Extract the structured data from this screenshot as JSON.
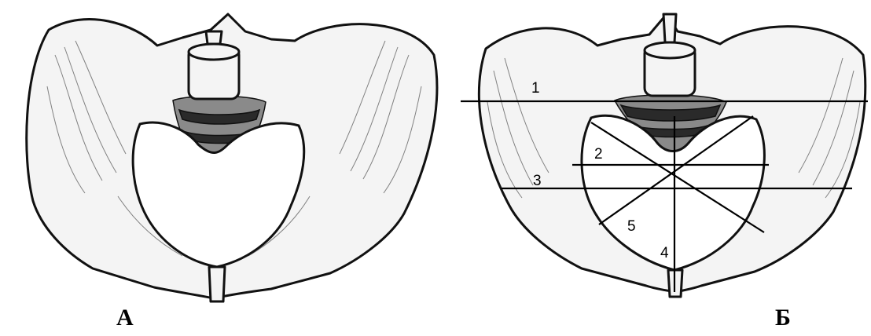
{
  "panels": [
    {
      "id": "A",
      "label": "А"
    },
    {
      "id": "B",
      "label": "Б"
    }
  ],
  "measurements": [
    {
      "number": "1"
    },
    {
      "number": "2"
    },
    {
      "number": "3"
    },
    {
      "number": "4"
    },
    {
      "number": "5"
    }
  ]
}
